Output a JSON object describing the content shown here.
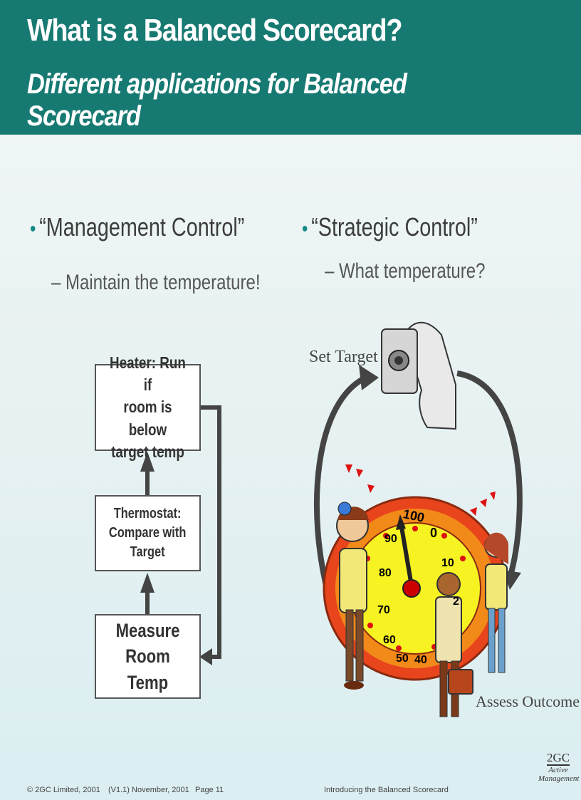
{
  "header": {
    "title": "What is a Balanced Scorecard?",
    "subtitle": "Different applications for Balanced Scorecard"
  },
  "left": {
    "bullet": "“Management Control”",
    "sub": "– Maintain the temperature!",
    "boxes": {
      "heater": "Heater: Run if\nroom is below\ntarget temp",
      "thermostat": "Thermostat:\nCompare with\nTarget",
      "measure": "Measure\nRoom Temp"
    }
  },
  "right": {
    "bullet": "“Strategic Control”",
    "sub": "– What temperature?",
    "set_target": "Set Target",
    "assess_outcome": "Assess Outcome",
    "gauge_numbers": [
      "100",
      "90",
      "80",
      "70",
      "60",
      "50",
      "40",
      "0",
      "10",
      "2"
    ]
  },
  "footer": {
    "copyright": "© 2GC Limited, 2001",
    "version": "(V1.1) November, 2001",
    "page": "Page 11",
    "doc_title": "Introducing the Balanced Scorecard"
  },
  "logo": {
    "mark": "2GC",
    "line1": "Active",
    "line2": "Management"
  },
  "colors": {
    "header_bg": "#177a72",
    "accent": "#168a86",
    "gauge_outer": "#e8451c",
    "gauge_face": "#f7f222"
  }
}
